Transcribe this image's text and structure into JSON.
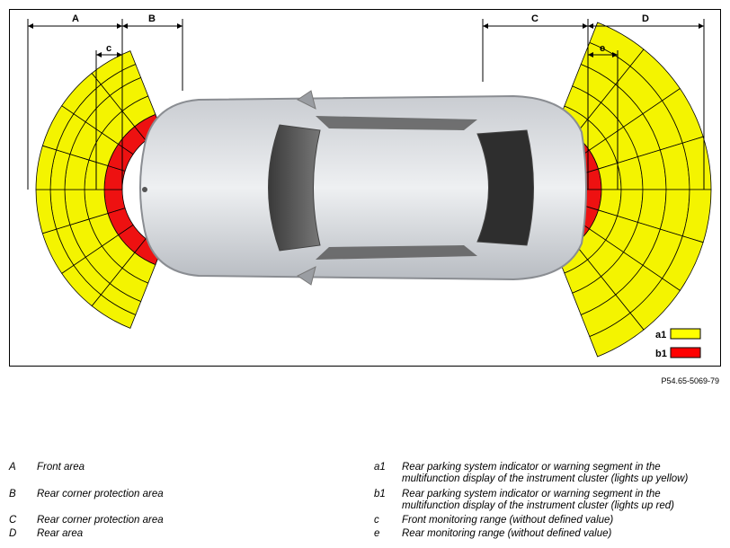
{
  "diagram": {
    "dimension_labels": {
      "A": "A",
      "B": "B",
      "C": "C",
      "D": "D",
      "c": "c",
      "e": "e"
    },
    "swatches": [
      {
        "label": "a1",
        "color": "#ffff00"
      },
      {
        "label": "b1",
        "color": "#ff0000"
      }
    ],
    "colors": {
      "yellow": "#f4f400",
      "red": "#ee1111",
      "outline": "#000000"
    }
  },
  "reference_code": "P54.65-5069-79",
  "legend": {
    "left": [
      {
        "key": "A",
        "text": "Front area"
      },
      {
        "key": "B",
        "text": "Rear corner protection area"
      },
      {
        "key": "C",
        "text": "Rear corner protection area"
      },
      {
        "key": "D",
        "text": "Rear area"
      }
    ],
    "right": [
      {
        "key": "a1",
        "line1": "Rear parking system indicator or warning segment in the",
        "line2": "multifunction display of the instrument cluster (lights up yellow)"
      },
      {
        "key": "b1",
        "line1": "Rear parking system indicator or warning segment in the",
        "line2": "multifunction display of the instrument cluster (lights up red)"
      },
      {
        "key": "c",
        "line1": "Front monitoring range (without defined value)",
        "line2": ""
      },
      {
        "key": "e",
        "line1": "Rear monitoring range (without defined value)",
        "line2": ""
      }
    ]
  }
}
